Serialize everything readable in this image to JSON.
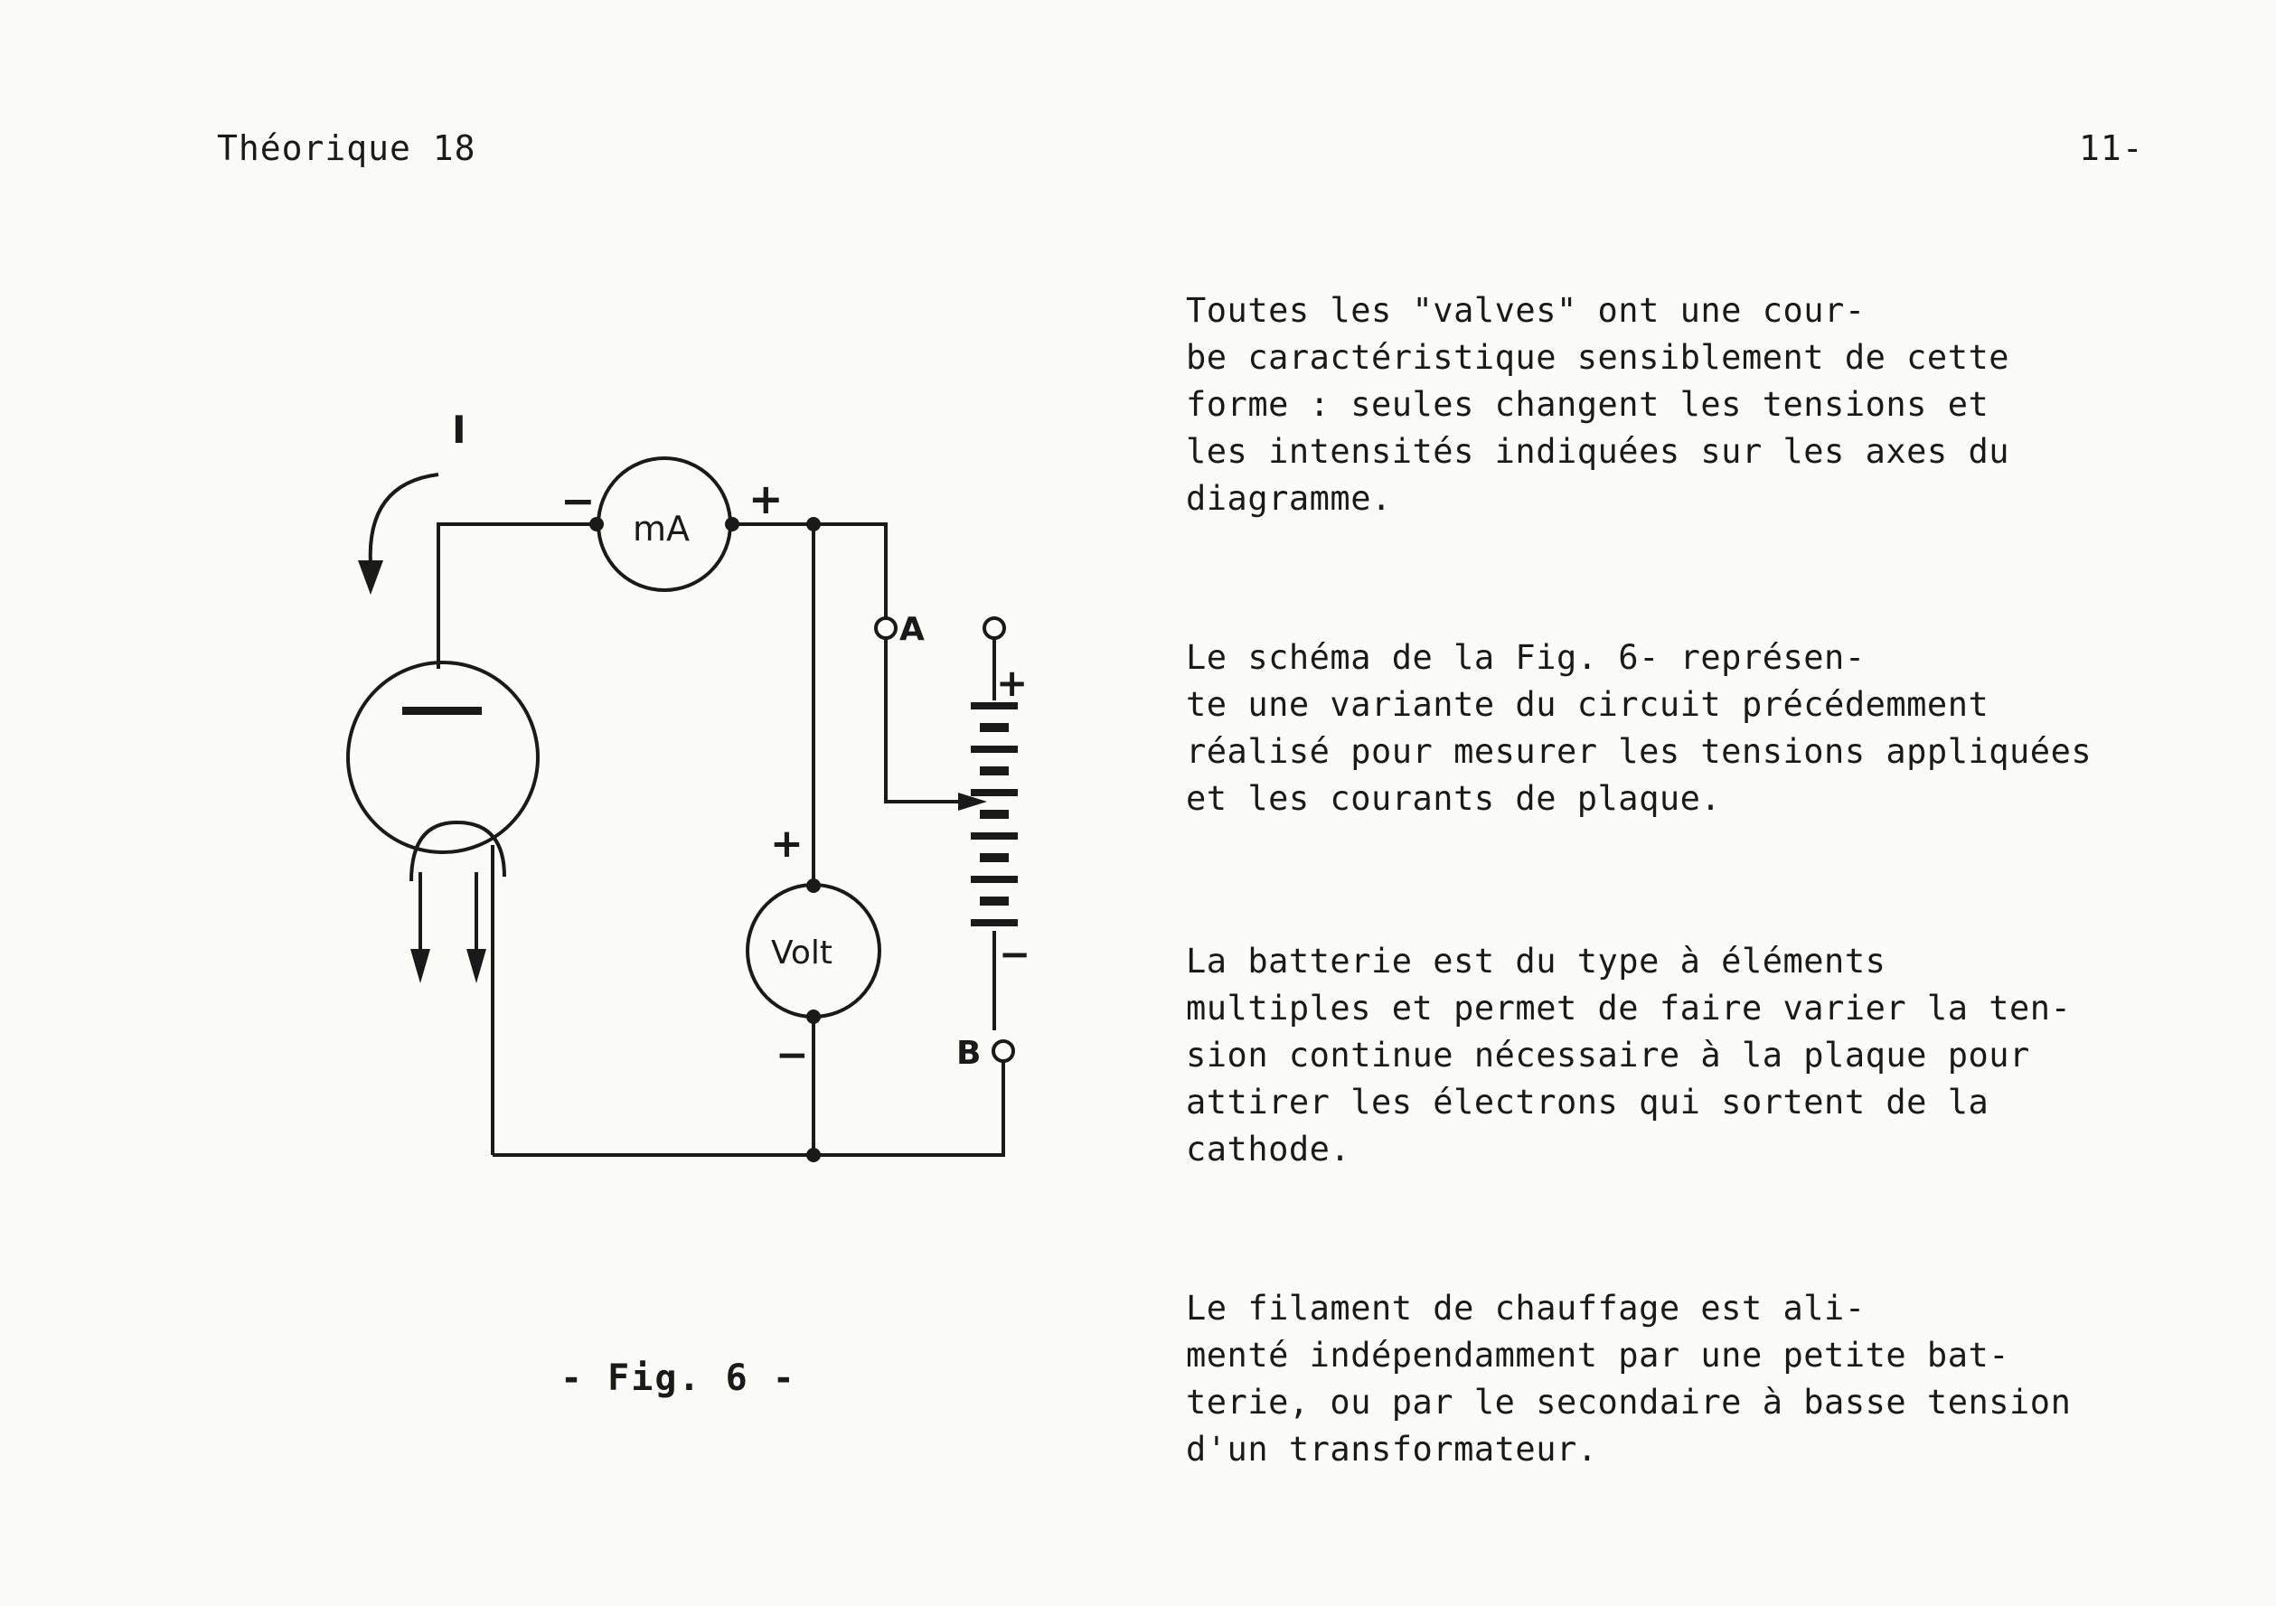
{
  "header": {
    "left": "Théorique 18",
    "right": "11-"
  },
  "figure": {
    "caption": "- Fig. 6 -",
    "labels": {
      "current": "I",
      "milliammeter": "mA",
      "voltmeter": "Volt",
      "terminal_a": "A",
      "terminal_b": "B",
      "plus": "+",
      "minus": "−"
    }
  },
  "paragraphs": [
    "          Toutes les \"valves\" ont une cour-\nbe caractéristique sensiblement de cette\nforme : seules changent les tensions et\nles intensités indiquées sur les axes du\ndiagramme.",
    "          Le schéma de la Fig. 6- représen-\nte une variante du circuit précédemment\nréalisé pour mesurer les tensions appliquées\net les courants de plaque.",
    "          La batterie est du type à éléments\nmultiples et permet de faire varier la ten-\nsion continue nécessaire à la plaque pour\nattirer les électrons qui sortent de la\ncathode.",
    "          Le filament de chauffage est ali-\nmenté indépendamment par une petite bat-\nterie, ou par le secondaire à basse tension\nd'un transformateur."
  ]
}
